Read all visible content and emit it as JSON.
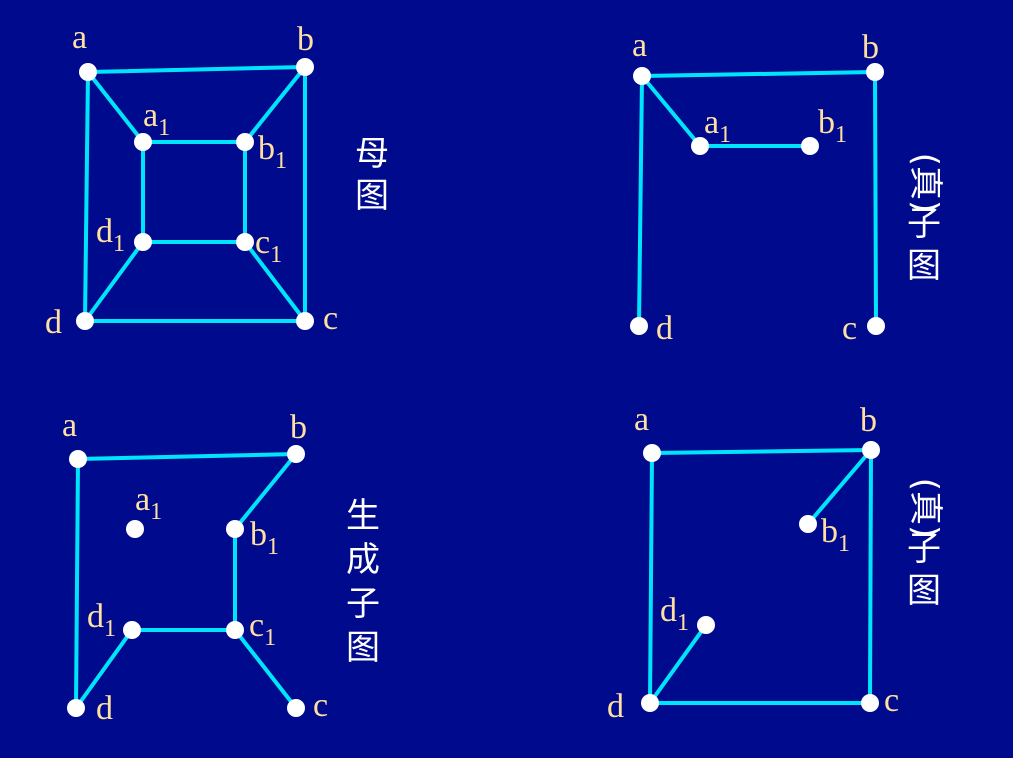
{
  "graphs": [
    {
      "id": "parent-graph",
      "caption": [
        "母",
        "图"
      ],
      "vertices": [
        {
          "id": "a",
          "label": "a",
          "sub": ""
        },
        {
          "id": "b",
          "label": "b",
          "sub": ""
        },
        {
          "id": "c",
          "label": "c",
          "sub": ""
        },
        {
          "id": "d",
          "label": "d",
          "sub": ""
        },
        {
          "id": "a1",
          "label": "a",
          "sub": "1"
        },
        {
          "id": "b1",
          "label": "b",
          "sub": "1"
        },
        {
          "id": "c1",
          "label": "c",
          "sub": "1"
        },
        {
          "id": "d1",
          "label": "d",
          "sub": "1"
        }
      ],
      "edges": [
        [
          "a",
          "b"
        ],
        [
          "b",
          "c"
        ],
        [
          "c",
          "d"
        ],
        [
          "d",
          "a"
        ],
        [
          "a1",
          "b1"
        ],
        [
          "b1",
          "c1"
        ],
        [
          "c1",
          "d1"
        ],
        [
          "d1",
          "a1"
        ],
        [
          "a",
          "a1"
        ],
        [
          "b",
          "b1"
        ],
        [
          "c",
          "c1"
        ],
        [
          "d",
          "d1"
        ]
      ]
    },
    {
      "id": "proper-subgraph-1",
      "caption": [
        "(真)",
        "子",
        "图"
      ],
      "vertices": [
        {
          "id": "a",
          "label": "a",
          "sub": ""
        },
        {
          "id": "b",
          "label": "b",
          "sub": ""
        },
        {
          "id": "c",
          "label": "c",
          "sub": ""
        },
        {
          "id": "d",
          "label": "d",
          "sub": ""
        },
        {
          "id": "a1",
          "label": "a",
          "sub": "1"
        },
        {
          "id": "b1",
          "label": "b",
          "sub": "1"
        }
      ],
      "edges": [
        [
          "a",
          "b"
        ],
        [
          "b",
          "c"
        ],
        [
          "a",
          "d"
        ],
        [
          "a",
          "a1"
        ],
        [
          "a1",
          "b1"
        ]
      ]
    },
    {
      "id": "spanning-subgraph",
      "caption": [
        "生",
        "成",
        "子",
        "图"
      ],
      "vertices": [
        {
          "id": "a",
          "label": "a",
          "sub": ""
        },
        {
          "id": "b",
          "label": "b",
          "sub": ""
        },
        {
          "id": "c",
          "label": "c",
          "sub": ""
        },
        {
          "id": "d",
          "label": "d",
          "sub": ""
        },
        {
          "id": "a1",
          "label": "a",
          "sub": "1"
        },
        {
          "id": "b1",
          "label": "b",
          "sub": "1"
        },
        {
          "id": "c1",
          "label": "c",
          "sub": "1"
        },
        {
          "id": "d1",
          "label": "d",
          "sub": "1"
        }
      ],
      "edges": [
        [
          "a",
          "b"
        ],
        [
          "a",
          "d"
        ],
        [
          "b",
          "b1"
        ],
        [
          "b1",
          "c1"
        ],
        [
          "c1",
          "d1"
        ],
        [
          "c1",
          "c"
        ],
        [
          "d1",
          "d"
        ]
      ]
    },
    {
      "id": "proper-subgraph-2",
      "caption": [
        "(真)",
        "子",
        "图"
      ],
      "vertices": [
        {
          "id": "a",
          "label": "a",
          "sub": ""
        },
        {
          "id": "b",
          "label": "b",
          "sub": ""
        },
        {
          "id": "c",
          "label": "c",
          "sub": ""
        },
        {
          "id": "d",
          "label": "d",
          "sub": ""
        },
        {
          "id": "b1",
          "label": "b",
          "sub": "1"
        },
        {
          "id": "d1",
          "label": "d",
          "sub": "1"
        }
      ],
      "edges": [
        [
          "a",
          "b"
        ],
        [
          "a",
          "d"
        ],
        [
          "b",
          "c"
        ],
        [
          "d",
          "c"
        ],
        [
          "b",
          "b1"
        ],
        [
          "d",
          "d1"
        ]
      ]
    }
  ],
  "colors": {
    "background": "#000a8c",
    "edge": "#00e5ff",
    "node": "#ffffff",
    "label": "#ffe0a0",
    "caption": "#ffffff"
  }
}
